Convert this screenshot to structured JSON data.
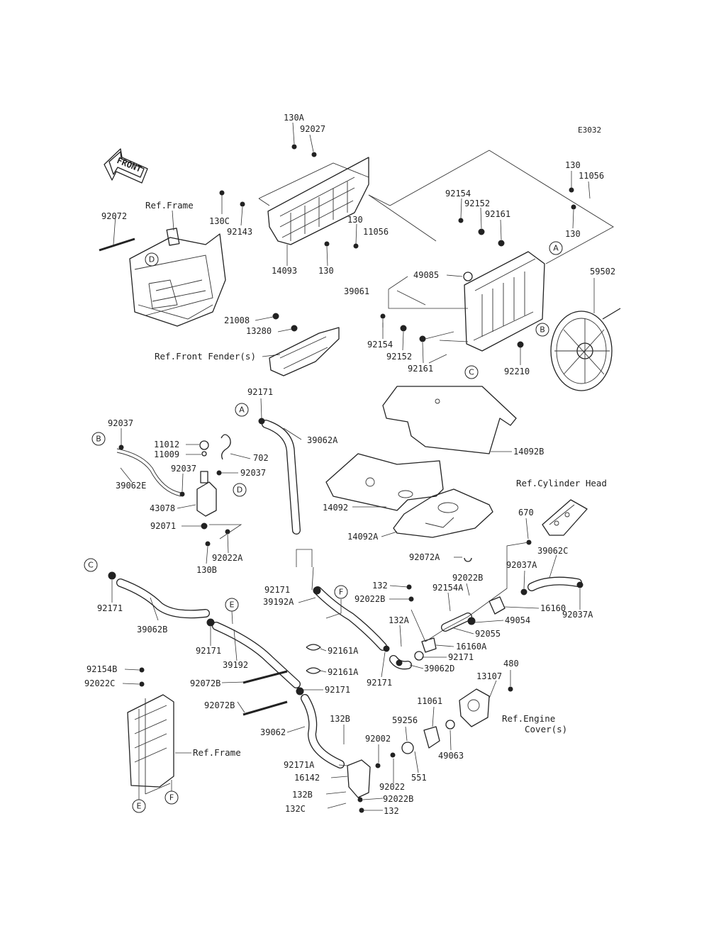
{
  "diagram_code": "E3032",
  "front_arrow": "FRONT",
  "refs": {
    "frame_top": "Ref.Frame",
    "front_fender": "Ref.Front Fender(s)",
    "cylinder_head": "Ref.Cylinder Head",
    "engine_cover_1": "Ref.Engine",
    "engine_cover_2": "Cover(s)",
    "frame_bottom": "Ref.Frame"
  },
  "callouts": {
    "a1": "A",
    "a2": "A",
    "b1": "B",
    "b2": "B",
    "c1": "C",
    "c2": "C",
    "d1": "D",
    "d2": "D",
    "e1": "E",
    "e2": "E",
    "f1": "F",
    "f2": "F"
  },
  "parts": [
    "130A",
    "92027",
    "130",
    "11056",
    "92154",
    "92152",
    "92161",
    "92072",
    "130C",
    "92143",
    "130",
    "11056",
    "130",
    "14093",
    "130",
    "49085",
    "39061",
    "59502",
    "21008",
    "13280",
    "92154",
    "92152",
    "92161",
    "92210",
    "92171",
    "39062A",
    "14092B",
    "92037",
    "11012",
    "11009",
    "702",
    "92037",
    "39062E",
    "92037",
    "43078",
    "92071",
    "92022A",
    "130B",
    "14092",
    "14092A",
    "670",
    "39062C",
    "92072A",
    "92171",
    "39192A",
    "92022B",
    "132",
    "92154A",
    "92022B",
    "92037A",
    "16160",
    "92037A",
    "49054",
    "92055",
    "132A",
    "16160A",
    "92171",
    "39062D",
    "92171",
    "92171",
    "39062B",
    "92171",
    "39192",
    "92161A",
    "92161A",
    "92154B",
    "92022C",
    "92072B",
    "92072B",
    "92171",
    "480",
    "13107",
    "11061",
    "59256",
    "39062",
    "132B",
    "92002",
    "49063",
    "92171A",
    "551",
    "16142",
    "92022",
    "132B",
    "92022B",
    "132C",
    "132"
  ]
}
